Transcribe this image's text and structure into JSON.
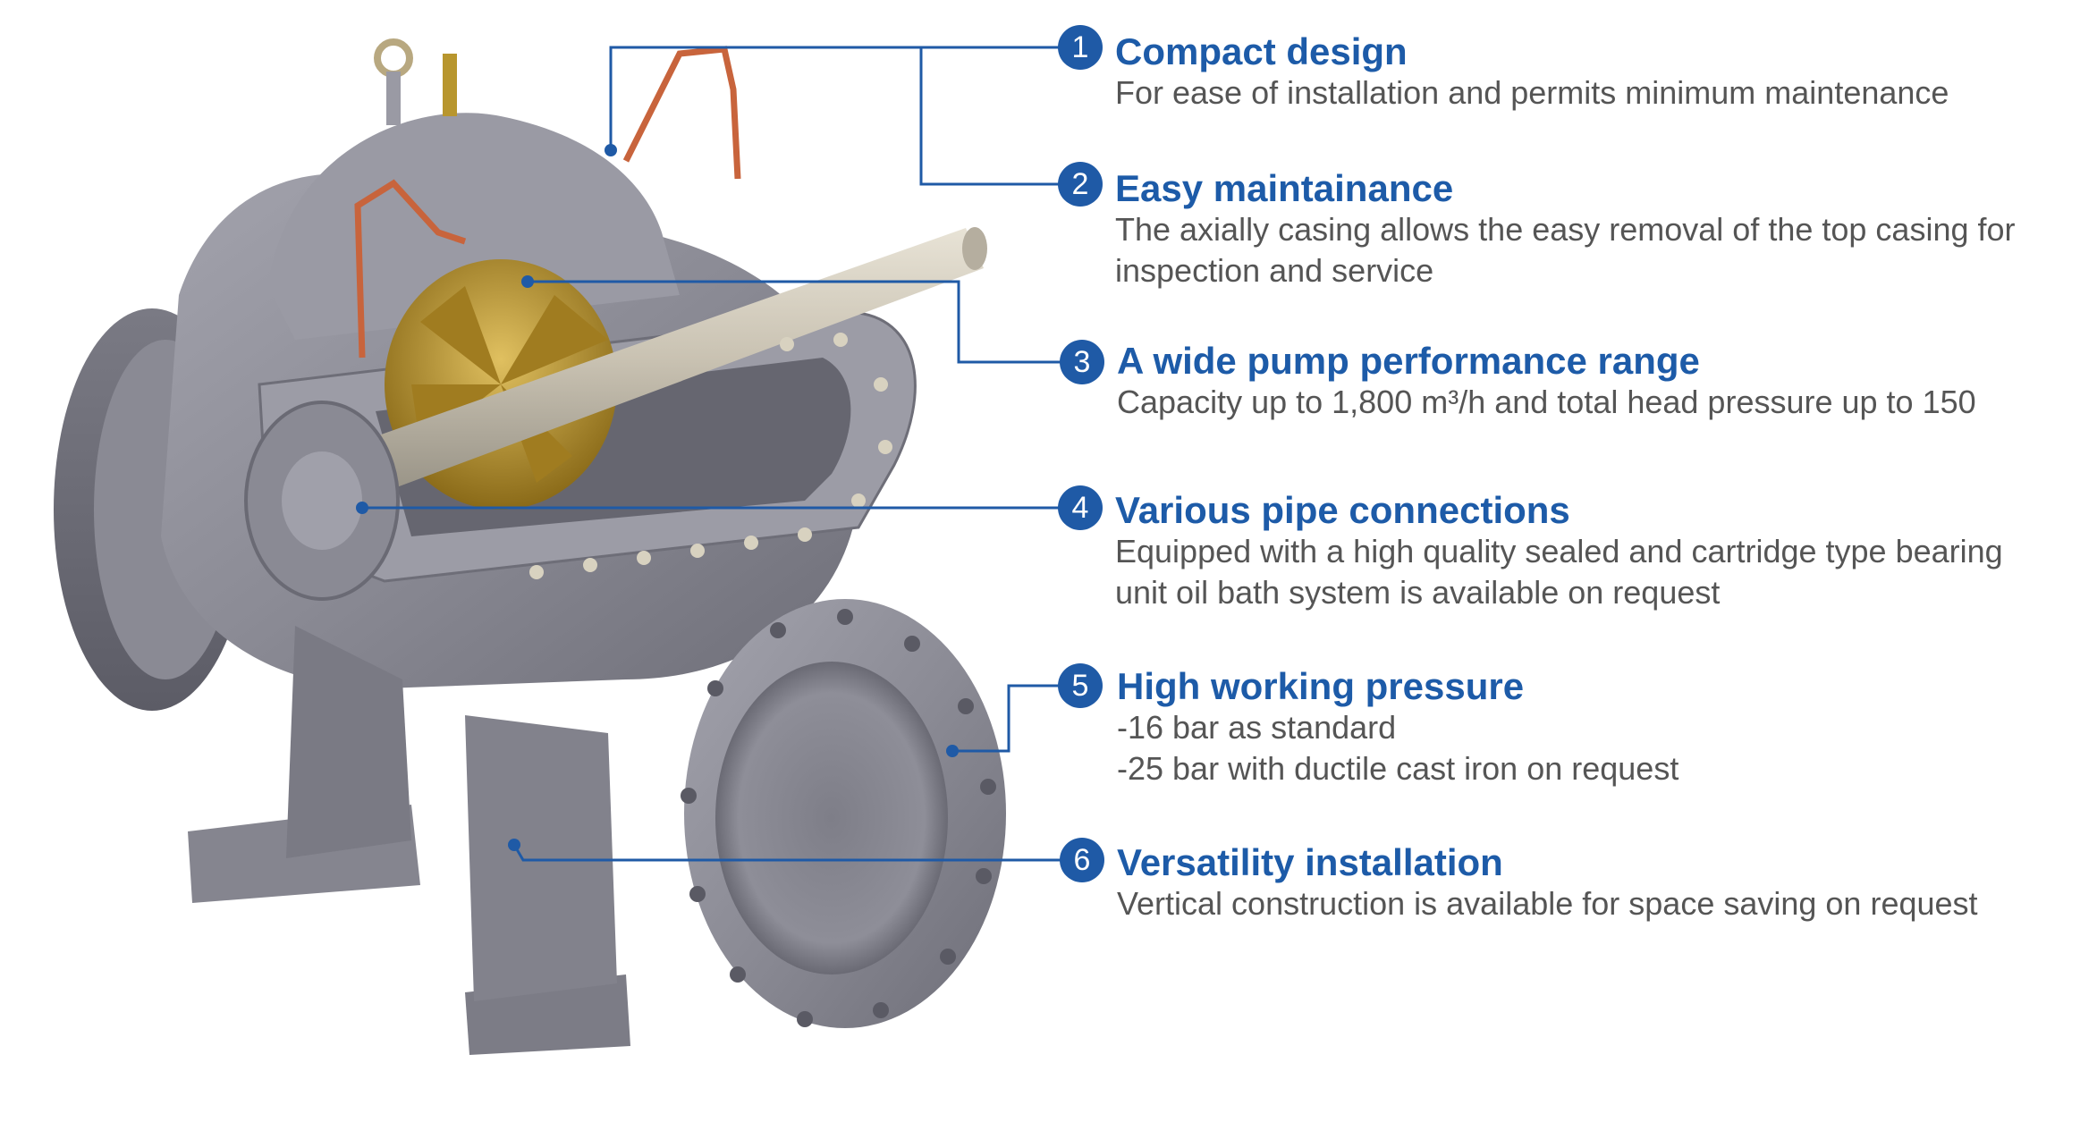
{
  "features": [
    {
      "number": "1",
      "title": "Compact design",
      "lines": [
        "For ease of installation and permits minimum maintenance"
      ]
    },
    {
      "number": "2",
      "title": "Easy maintainance",
      "lines": [
        "The axially casing allows the easy removal of the top casing for",
        "inspection and service"
      ]
    },
    {
      "number": "3",
      "title": "A wide pump performance range",
      "lines": [
        "Capacity up to 1,800 m³/h and total head pressure up to 150"
      ]
    },
    {
      "number": "4",
      "title": "Various pipe connections",
      "lines": [
        "Equipped with a high quality sealed and cartridge type bearing",
        "unit oil bath system is available on request"
      ]
    },
    {
      "number": "5",
      "title": "High working pressure",
      "lines": [
        "-16 bar as standard",
        "-25 bar with ductile cast iron on request"
      ]
    },
    {
      "number": "6",
      "title": "Versatility installation",
      "lines": [
        "Vertical construction is available for space saving on request"
      ]
    }
  ],
  "colors": {
    "accent": "#1d5ba8",
    "badge": "#1f5aa6",
    "description": "#555555",
    "casing": "#8c8c96",
    "impeller": "#b8962e",
    "shaft": "#c8c2b4",
    "oil_pipe": "#c8643c"
  }
}
